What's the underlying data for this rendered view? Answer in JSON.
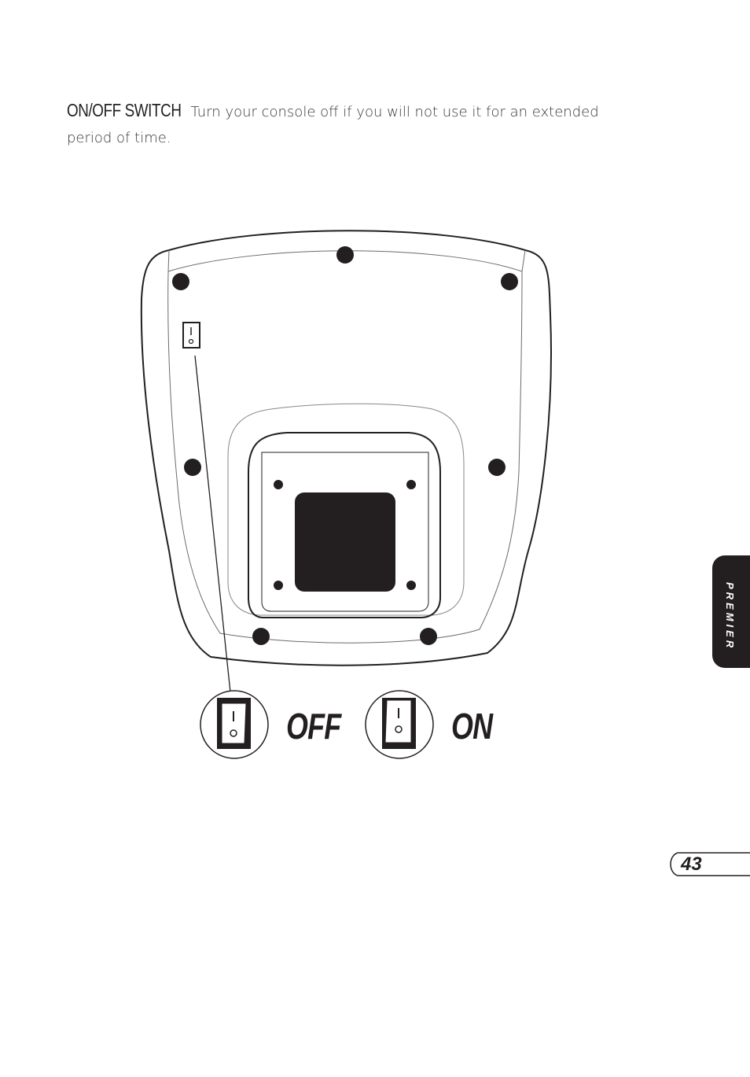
{
  "section": {
    "heading": "ON/OFF SWITCH",
    "body": "Turn your console off if you will not use it for an extended period of time."
  },
  "figure": {
    "off_label": "OFF",
    "on_label": "ON"
  },
  "side_tab": {
    "label": "PREMIER"
  },
  "page": {
    "number": "43"
  }
}
